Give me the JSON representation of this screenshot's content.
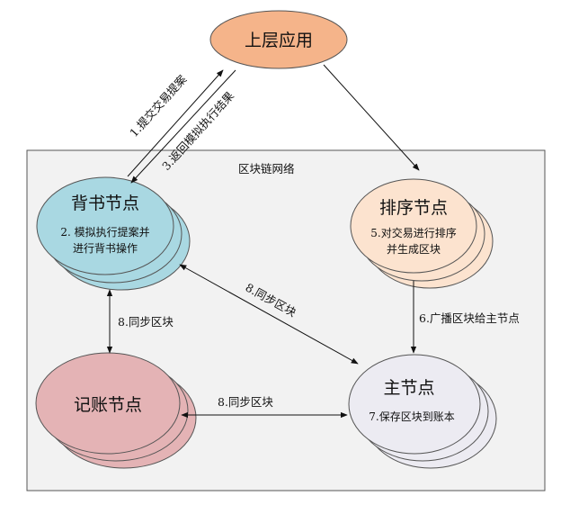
{
  "network_label": "区块链网络",
  "nodes": {
    "app": {
      "title": "上层应用",
      "color": "#f5b48a"
    },
    "endorse": {
      "title": "背书节点",
      "desc_line1": "2. 模拟执行提案并",
      "desc_line2": "进行背书操作",
      "color": "#a9d8e2"
    },
    "order": {
      "title": "排序节点",
      "desc_line1": "5.对交易进行排序",
      "desc_line2": "并生成区块",
      "color": "#fce3cf"
    },
    "ledger": {
      "title": "记账节点",
      "color": "#e4b3b5"
    },
    "main": {
      "title": "主节点",
      "desc_line1": "7.保存区块到账本",
      "color": "#ecebf2"
    }
  },
  "edges": {
    "submit": "1.提交交易提案",
    "return_result": "3.返回模拟执行结果",
    "sync_diag": "8.同步区块",
    "sync_left": "8.同步区块",
    "sync_bottom": "8.同步区块",
    "broadcast": "6.广播区块给主节点"
  }
}
